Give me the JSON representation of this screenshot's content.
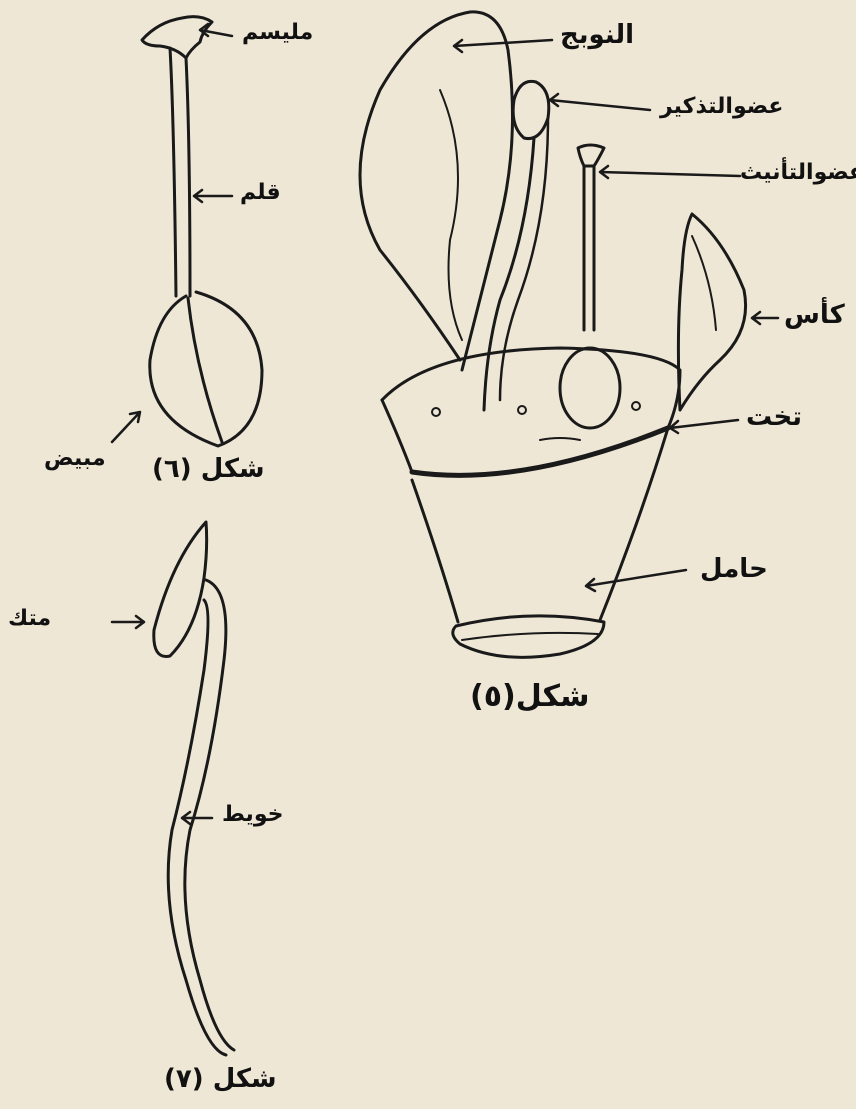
{
  "figures": {
    "fig5": {
      "caption": "شكل(٥)",
      "labels": {
        "petal": "النوبج",
        "stamen": "عضوالتذكير",
        "pistil": "عضوالتأنيث",
        "calyx": "كأس",
        "receptacle": "تخت",
        "pedicel": "حامل"
      }
    },
    "fig6": {
      "caption": "شكل (٦)",
      "labels": {
        "stigma": "مليسم",
        "style": "قلم",
        "ovary": "مبيض"
      }
    },
    "fig7": {
      "caption": "شكل (٧)",
      "labels": {
        "anther": "متك",
        "filament": "خويط"
      }
    }
  },
  "colors": {
    "ink": "#1a1a1a",
    "paper": "#efe7d6"
  }
}
